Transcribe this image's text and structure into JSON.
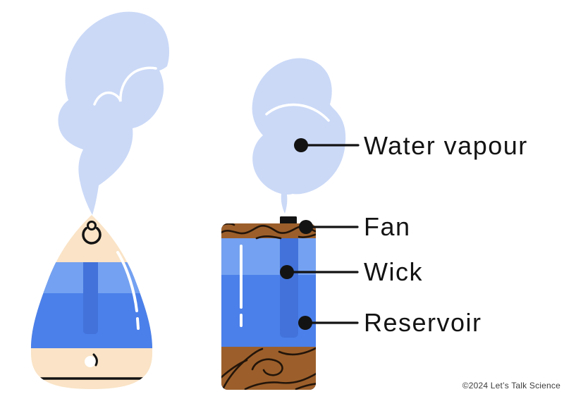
{
  "labels": [
    {
      "id": "water-vapour",
      "text": "Water vapour"
    },
    {
      "id": "fan",
      "text": "Fan"
    },
    {
      "id": "wick",
      "text": "Wick"
    },
    {
      "id": "reservoir",
      "text": "Reservoir"
    }
  ],
  "footer": {
    "copyright": "©2024 Let’s Talk Science"
  },
  "figures": [
    {
      "name": "ultrasonic-humidifier-illustration"
    },
    {
      "name": "evaporative-humidifier-illustration"
    }
  ],
  "colors": {
    "vapour": "#cbd9f7",
    "cream": "#fae3c6",
    "waterLight": "#74a1f1",
    "waterDark": "#4b80ea",
    "tube": "#4272da",
    "wood": "#9c5f2b",
    "woodLine": "#23150a",
    "ink": "#131313"
  }
}
